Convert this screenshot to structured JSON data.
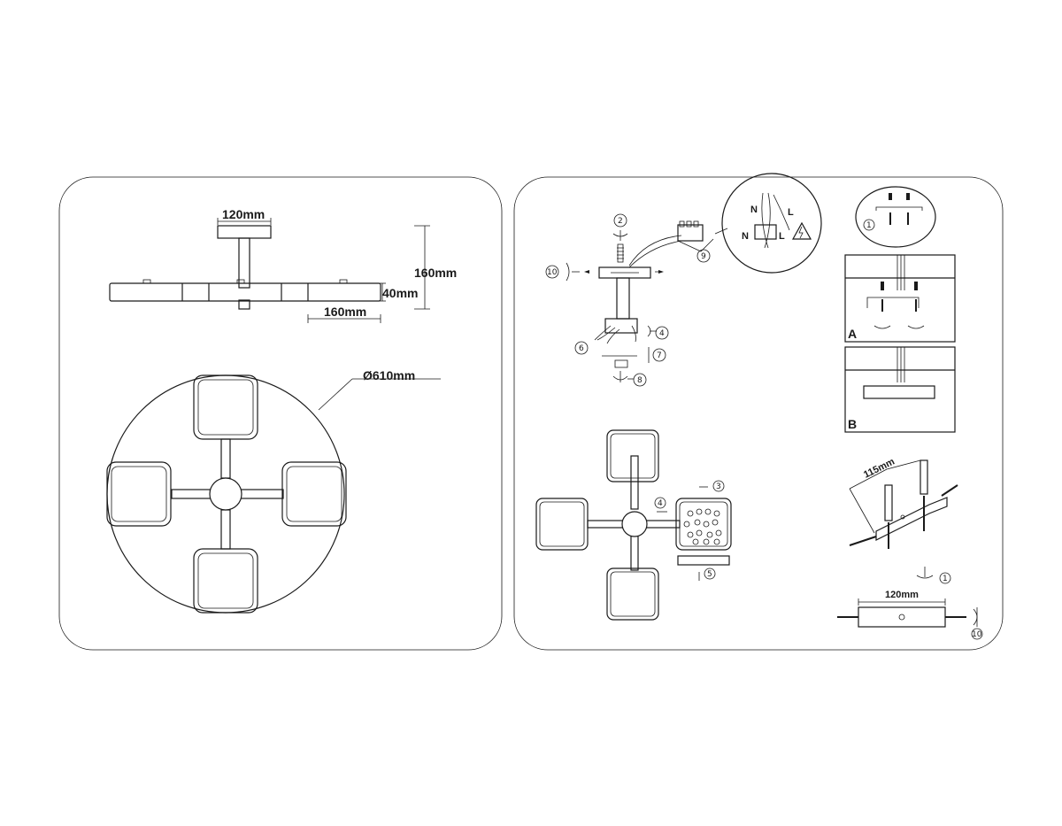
{
  "left_panel": {
    "dim_top_width": "120mm",
    "dim_height": "160mm",
    "dim_arm_height": "40mm",
    "dim_arm_length": "160mm",
    "dim_diameter": "Ø610mm"
  },
  "right_panel": {
    "steps": [
      "2",
      "10",
      "9",
      "4",
      "6",
      "7",
      "8",
      "3",
      "4",
      "5",
      "1",
      "1",
      "10"
    ],
    "wiring": {
      "n_top": "N",
      "l_top": "L",
      "n_bottom": "N",
      "l_bottom": "L"
    },
    "ceiling_options": {
      "a": "A",
      "b": "B"
    },
    "dim_bracket_spacing": "115mm",
    "dim_plate_width": "120mm"
  }
}
